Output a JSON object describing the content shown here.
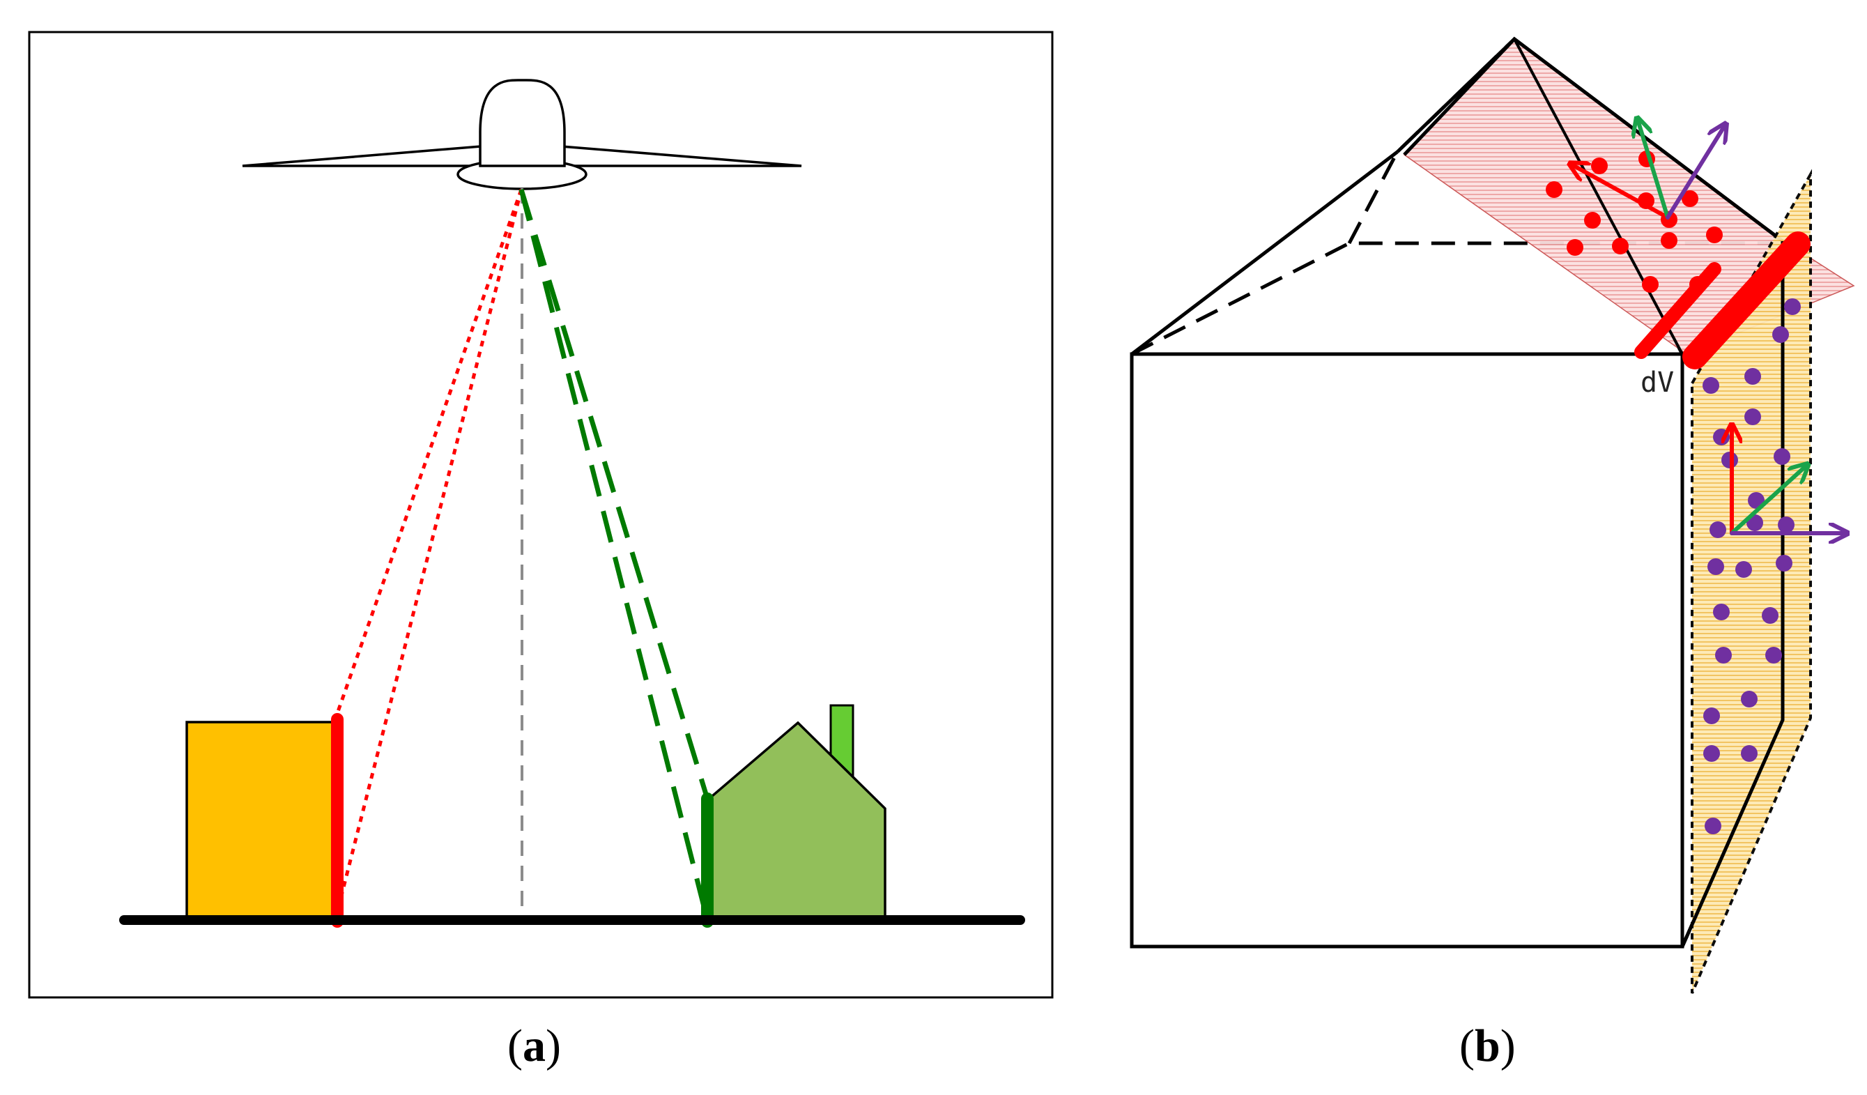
{
  "panel_a": {
    "caption_open": "(",
    "caption_letter": "a",
    "caption_close": ")"
  },
  "panel_b": {
    "caption_open": "(",
    "caption_letter": "b",
    "caption_close": ")",
    "volume_label": "dV"
  },
  "colors": {
    "red": "#ff0000",
    "green": "#007a00",
    "orange_building": "#ffc000",
    "house_green": "#92bf5a",
    "chimney_green": "#66cc33",
    "roof_pink": "#f4b6b6",
    "wall_yellow": "#f8cf72",
    "purple": "#7030a0",
    "arrow_green": "#1aa34a"
  }
}
